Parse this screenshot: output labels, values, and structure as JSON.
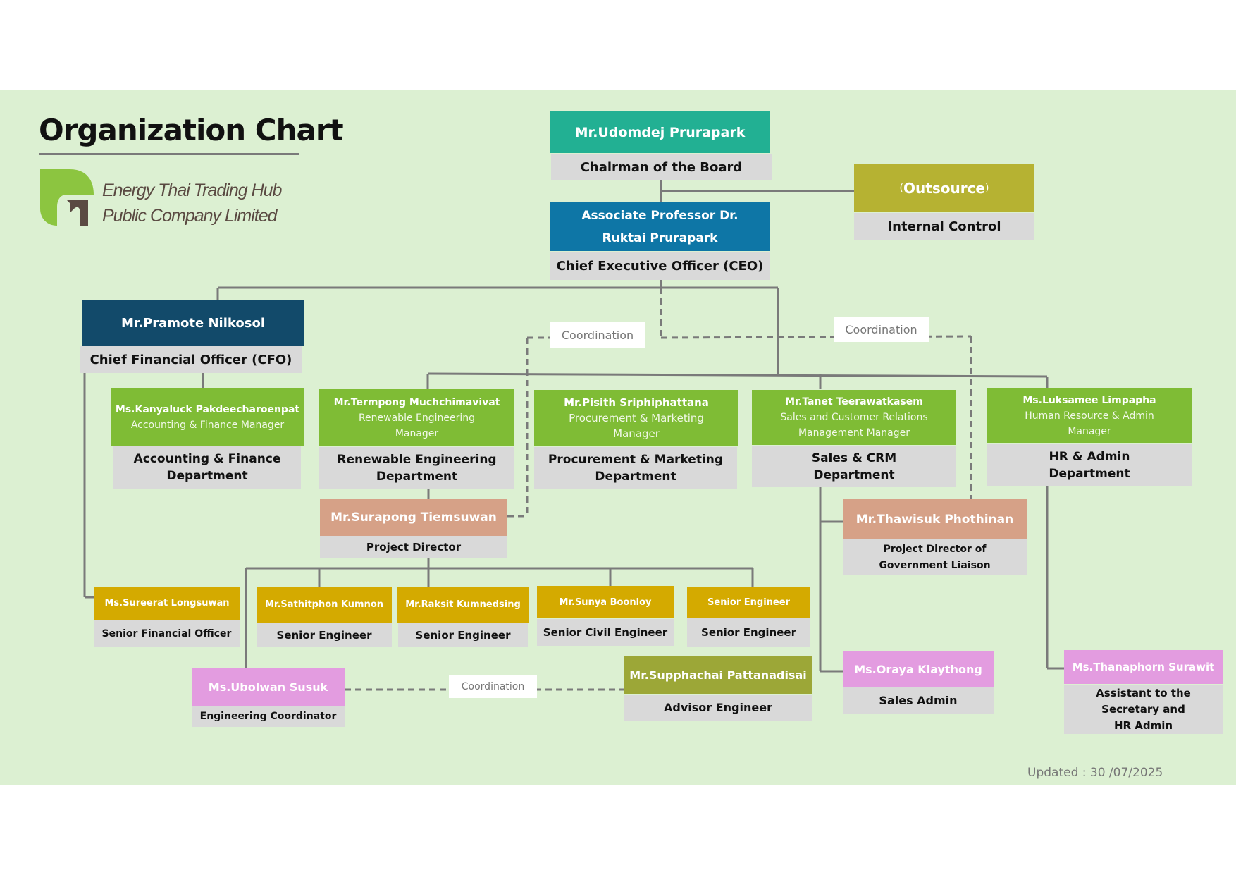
{
  "title": "Organization Chart",
  "company": {
    "line1": "Energy Thai Trading Hub",
    "line2": "Public Company Limited"
  },
  "colors": {
    "background": "#dcf0d2",
    "chairman": "#22b093",
    "ceo": "#0e76a6",
    "cfo": "#124a6a",
    "outsource": "#b6b232",
    "manager": "#7fbc35",
    "director": "#d6a187",
    "senior": "#d4aa00",
    "coordinator": "#e39ce0",
    "advisor": "#9ca737",
    "role": "#d9d9d9",
    "line": "#7a7a7a"
  },
  "nodes": {
    "chairman": {
      "name": "Mr.Udomdej  Prurapark",
      "role": "Chairman of the Board"
    },
    "outsource": {
      "name_prefix": "(",
      "name": "Outsource",
      "name_suffix": ")",
      "role": "Internal Control"
    },
    "ceo": {
      "name_line1": "Associate Professor Dr.",
      "name_line2": "Ruktai  Prurapark",
      "role": "Chief Executive Officer (CEO)"
    },
    "cfo": {
      "name": "Mr.Pramote Nilkosol",
      "role": "Chief Financial Officer (CFO)"
    },
    "acc_mgr": {
      "name": "Ms.Kanyaluck  Pakdeecharoenpat",
      "title": "Accounting & Finance Manager",
      "role_line1": "Accounting & Finance",
      "role_line2": "Department"
    },
    "ren_mgr": {
      "name": "Mr.Termpong  Muchchimavivat",
      "title_line1": "Renewable Engineering",
      "title_line2": "Manager",
      "role_line1": "Renewable Engineering",
      "role_line2": "Department"
    },
    "proc_mgr": {
      "name": "Mr.Pisith  Sriphiphattana",
      "title_line1": "Procurement & Marketing",
      "title_line2": "Manager",
      "role_line1": "Procurement & Marketing",
      "role_line2": "Department"
    },
    "sales_mgr": {
      "name": "Mr.Tanet Teerawatkasem",
      "title_line1": "Sales and Customer Relations",
      "title_line2": "Management Manager",
      "role_line1": "Sales & CRM",
      "role_line2": "Department"
    },
    "hr_mgr": {
      "name": "Ms.Luksamee  Limpapha",
      "title_line1": "Human Resource & Admin",
      "title_line2": "Manager",
      "role_line1": "HR & Admin",
      "role_line2": "Department"
    },
    "proj_dir": {
      "name": "Mr.Surapong  Tiemsuwan",
      "role": "Project Director"
    },
    "gov_dir": {
      "name": "Mr.Thawisuk  Phothinan",
      "role_line1": "Project Director of",
      "role_line2": "Government Liaison"
    },
    "sfo": {
      "name": "Ms.Sureerat Longsuwan",
      "role": "Senior Financial Officer"
    },
    "eng1": {
      "name": "Mr.Sathitphon Kumnon",
      "role": "Senior Engineer"
    },
    "eng2": {
      "name": "Mr.Raksit  Kumnedsing",
      "role": "Senior Engineer"
    },
    "civil": {
      "name": "Mr.Sunya Boonloy",
      "role": "Senior Civil Engineer"
    },
    "eng3": {
      "name": "Senior Engineer",
      "role": "Senior Engineer"
    },
    "coordinator": {
      "name": "Ms.Ubolwan  Susuk",
      "role": "Engineering Coordinator"
    },
    "advisor": {
      "name": "Mr.Supphachai Pattanadisai",
      "role": "Advisor Engineer"
    },
    "sales_admin": {
      "name": "Ms.Oraya Klaythong",
      "role": "Sales Admin"
    },
    "hr_assist": {
      "name": "Ms.Thanaphorn Surawit",
      "role_line1": "Assistant to the",
      "role_line2": "Secretary and",
      "role_line3": "HR Admin"
    }
  },
  "coordination": {
    "c1": "Coordination",
    "c2": "Coordination",
    "c3": "Coordination"
  },
  "updated": "Updated : 30 /07/2025"
}
